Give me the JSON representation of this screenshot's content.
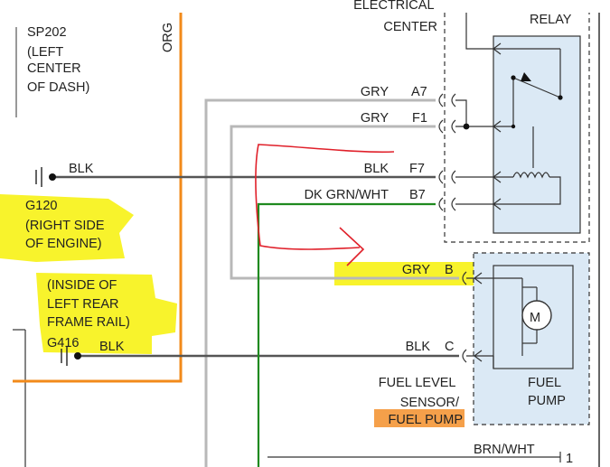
{
  "colors": {
    "wire_gray": "#b8b8b8",
    "wire_black": "#555555",
    "wire_green": "#1f8a1f",
    "wire_orange": "#f28a1a",
    "highlight_yellow": "#f7f21a",
    "highlight_orange": "#f5a04a",
    "box_fill": "#dbe9f5",
    "annotation_red": "#e0202a"
  },
  "labels": {
    "sp202": [
      "SP202",
      "(LEFT",
      "CENTER",
      "OF DASH)"
    ],
    "org": "ORG",
    "elec_center": [
      "ELECTRICAL",
      "CENTER"
    ],
    "relay": "RELAY",
    "g120": [
      "G120",
      "(RIGHT SIDE",
      "OF ENGINE)"
    ],
    "g416_note": [
      "(INSIDE OF",
      "LEFT REAR",
      "FRAME RAIL)"
    ],
    "g416": "G416",
    "fuel_level": [
      "FUEL LEVEL",
      "SENSOR/"
    ],
    "fuel_pump_sensor": "FUEL PUMP",
    "fuel_pump_box": [
      "FUEL",
      "PUMP"
    ],
    "motor": "M"
  },
  "wires": {
    "gry_a7": "GRY",
    "pin_a7": "A7",
    "gry_f1": "GRY",
    "pin_f1": "F1",
    "blk_f7": "BLK",
    "pin_f7": "F7",
    "dkgrn_b7": "DK GRN/WHT",
    "pin_b7": "B7",
    "blk_ground": "BLK",
    "gry_b": "GRY",
    "pin_b": "B",
    "blk_c": "BLK",
    "pin_c": "C",
    "blk_g416": "BLK",
    "brn_wht": "BRN/WHT",
    "pin_1": "1"
  }
}
